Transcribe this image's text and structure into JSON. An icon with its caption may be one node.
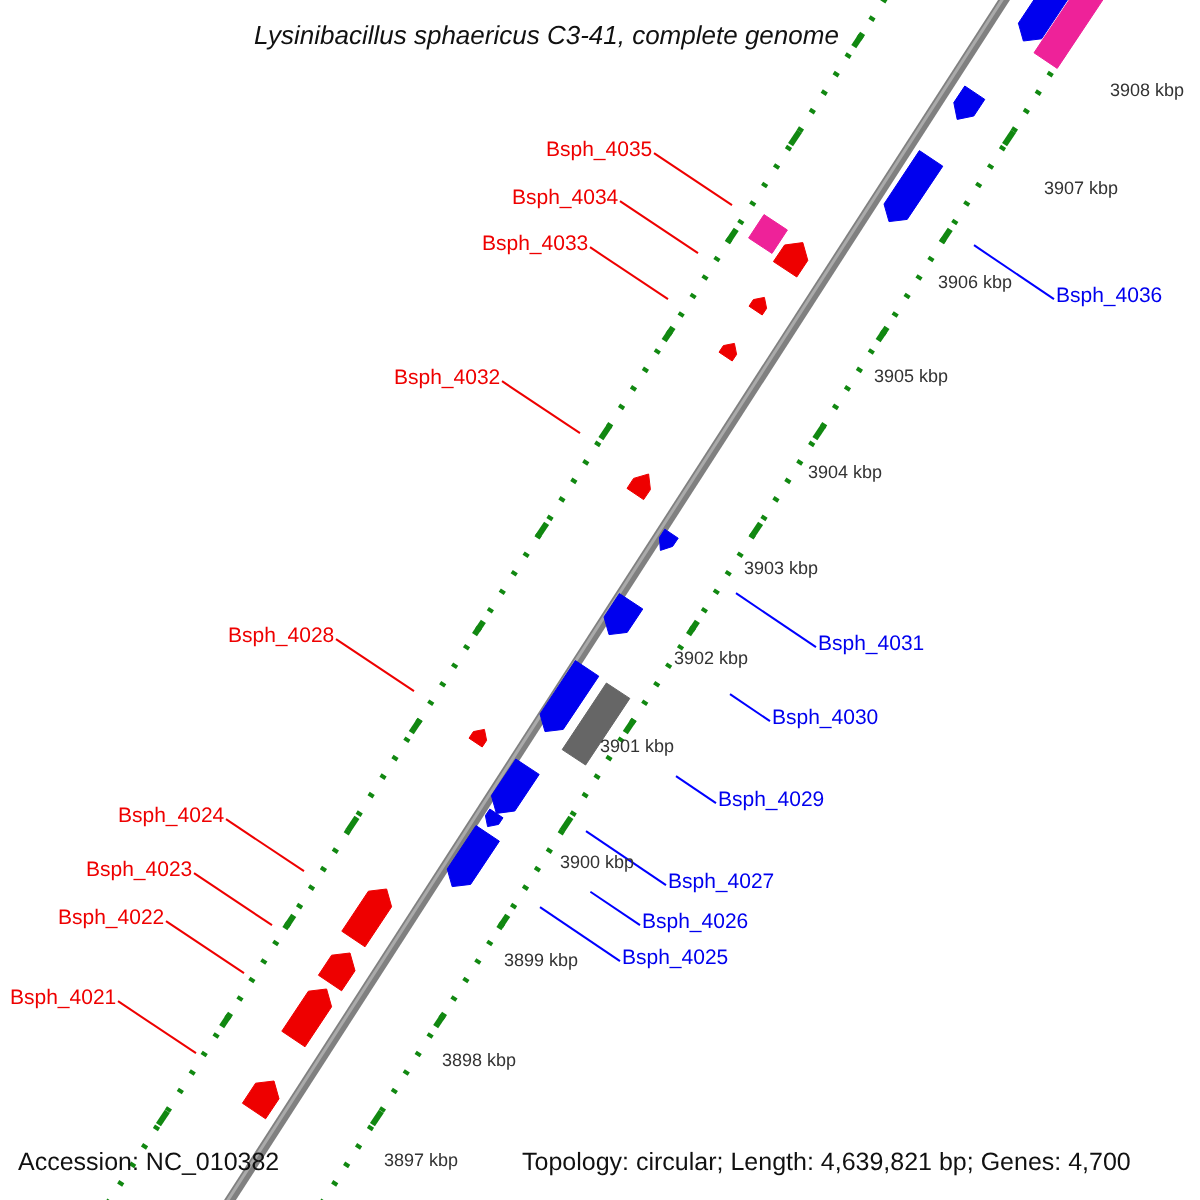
{
  "diagram": {
    "title": "Lysinibacillus sphaericus C3-41, complete genome",
    "nodes": [
      {
        "text": [
          "Bsph_4035"
        ]
      },
      {
        "text": [
          "Bsph_4034"
        ]
      },
      {
        "text": [
          "Bsph_4033"
        ]
      },
      {
        "text": [
          "Bsph_4036"
        ]
      },
      {
        "text": [
          "Bsph_4032"
        ]
      },
      {
        "text": [
          "Bsph_4028"
        ]
      },
      {
        "text": [
          "Bsph_4031"
        ]
      },
      {
        "text": [
          "Bsph_4030"
        ]
      },
      {
        "text": [
          "Bsph_4029"
        ]
      },
      {
        "text": [
          "Bsph_4024"
        ]
      },
      {
        "text": [
          "Bsph_4023"
        ]
      },
      {
        "text": [
          "Bsph_4027"
        ]
      },
      {
        "text": [
          "Bsph_4022"
        ]
      },
      {
        "text": [
          "Bsph_4026"
        ]
      },
      {
        "text": [
          "Bsph_4025"
        ]
      },
      {
        "text": [
          "Bsph_4021"
        ]
      }
    ],
    "edges": [
      {
        "from": 0,
        "to": null,
        "arrow": "none"
      },
      {
        "from": 1,
        "to": null,
        "arrow": "none"
      },
      {
        "from": 2,
        "to": null,
        "arrow": "none"
      },
      {
        "from": 3,
        "to": null,
        "arrow": "none",
        "color": "#0000ff"
      },
      {
        "from": 4,
        "to": null,
        "arrow": "none"
      },
      {
        "from": 5,
        "to": null,
        "arrow": "none"
      },
      {
        "from": 6,
        "to": null,
        "arrow": "none",
        "color": "#0000ff"
      },
      {
        "from": 7,
        "to": null,
        "arrow": "none",
        "color": "#0000ff"
      },
      {
        "from": 8,
        "to": null,
        "arrow": "none",
        "color": "#0000ff"
      },
      {
        "from": 9,
        "to": null,
        "arrow": "none"
      },
      {
        "from": 10,
        "to": null,
        "arrow": "none"
      },
      {
        "from": 11,
        "to": null,
        "arrow": "none",
        "color": "#0000ff"
      },
      {
        "from": 12,
        "to": null,
        "arrow": "none"
      },
      {
        "from": 13,
        "to": null,
        "arrow": "none",
        "color": "#0000ff"
      },
      {
        "from": 14,
        "to": null,
        "arrow": "none",
        "color": "#0000ff"
      },
      {
        "from": 15,
        "to": null,
        "arrow": "none"
      }
    ],
    "labels": [
      "3908 kbp",
      "3907 kbp",
      "3906 kbp",
      "3905 kbp",
      "3904 kbp",
      "3903 kbp",
      "3902 kbp",
      "3901 kbp",
      "3900 kbp",
      "3899 kbp",
      "3898 kbp",
      "3897 kbp",
      "Accession: NC_010382",
      "Topology: circular; Length: 4,639,821 bp; Genes: 4,700"
    ]
  }
}
